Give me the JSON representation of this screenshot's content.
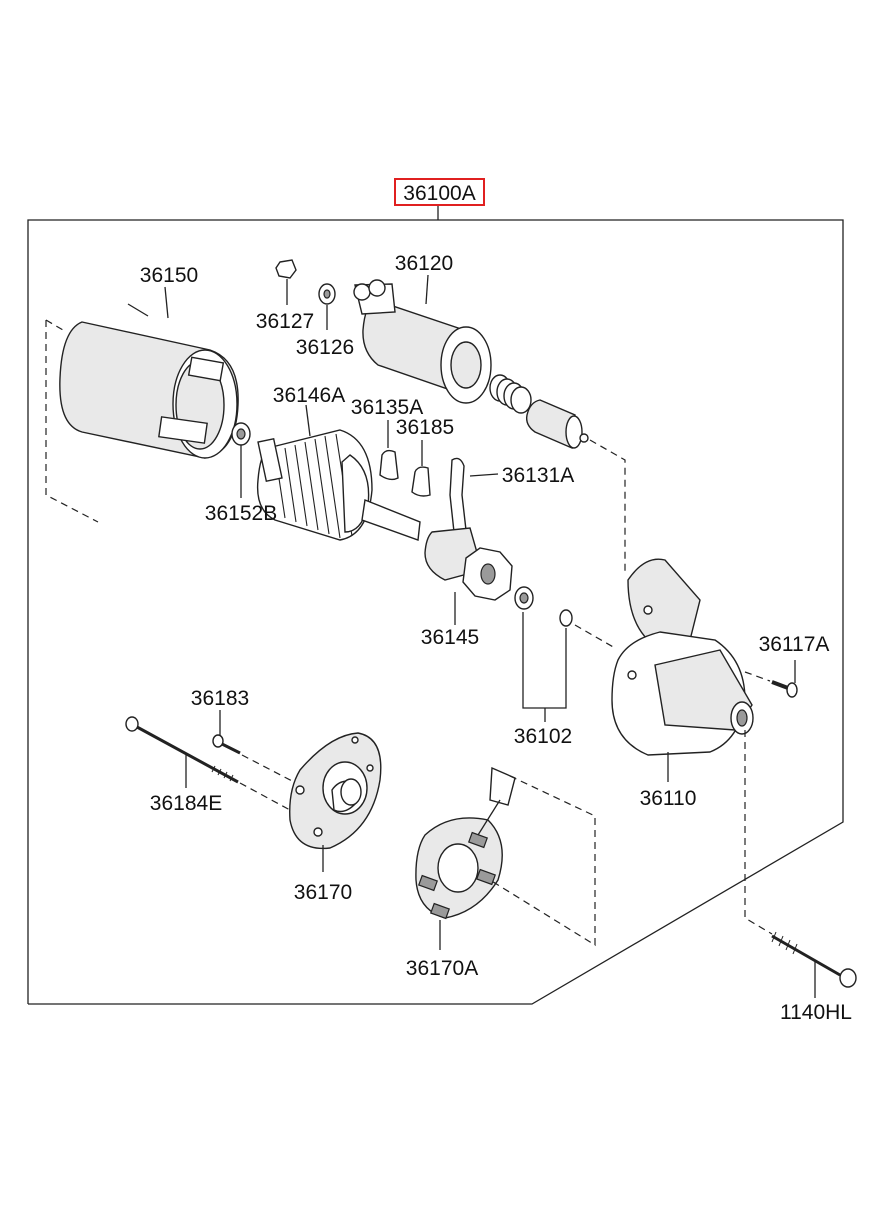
{
  "assembly": {
    "part_number": "36100A",
    "highlight_color": "#e02020"
  },
  "parts": {
    "p36150": "36150",
    "p36127": "36127",
    "p36126": "36126",
    "p36120": "36120",
    "p36146A": "36146A",
    "p36135A": "36135A",
    "p36185": "36185",
    "p36131A": "36131A",
    "p36152B": "36152B",
    "p36145": "36145",
    "p36117A": "36117A",
    "p36102": "36102",
    "p36183": "36183",
    "p36184E": "36184E",
    "p36110": "36110",
    "p36170": "36170",
    "p36170A": "36170A",
    "p1140HL": "1140HL"
  }
}
